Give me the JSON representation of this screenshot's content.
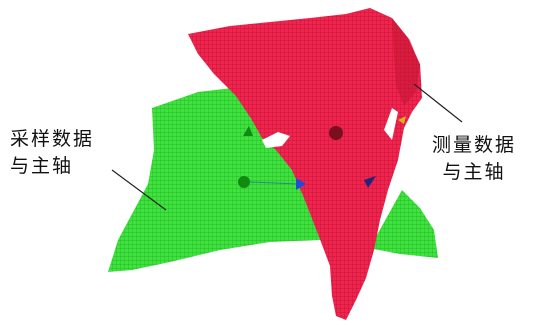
{
  "labels": {
    "sampled": {
      "line1": "采样数据",
      "line2": "与主轴"
    },
    "measured": {
      "line1": "测量数据",
      "line2": "与主轴"
    }
  },
  "colors": {
    "sampled_surface": "#33dd33",
    "measured_surface": "#ee1b4b",
    "measured_surface_dark": "#b5122f",
    "axis_green": "#118a11",
    "axis_blue": "#1f4bd8",
    "centroid_dark": "#7a0f20",
    "leader_line": "#222222"
  },
  "icons": {
    "centroid_sampled": "green-dot-icon",
    "centroid_measured": "dark-red-dot-icon",
    "axis_marker_a": "green-triangle-icon",
    "axis_marker_b": "blue-triangle-icon",
    "axis_marker_c": "navy-triangle-icon"
  }
}
